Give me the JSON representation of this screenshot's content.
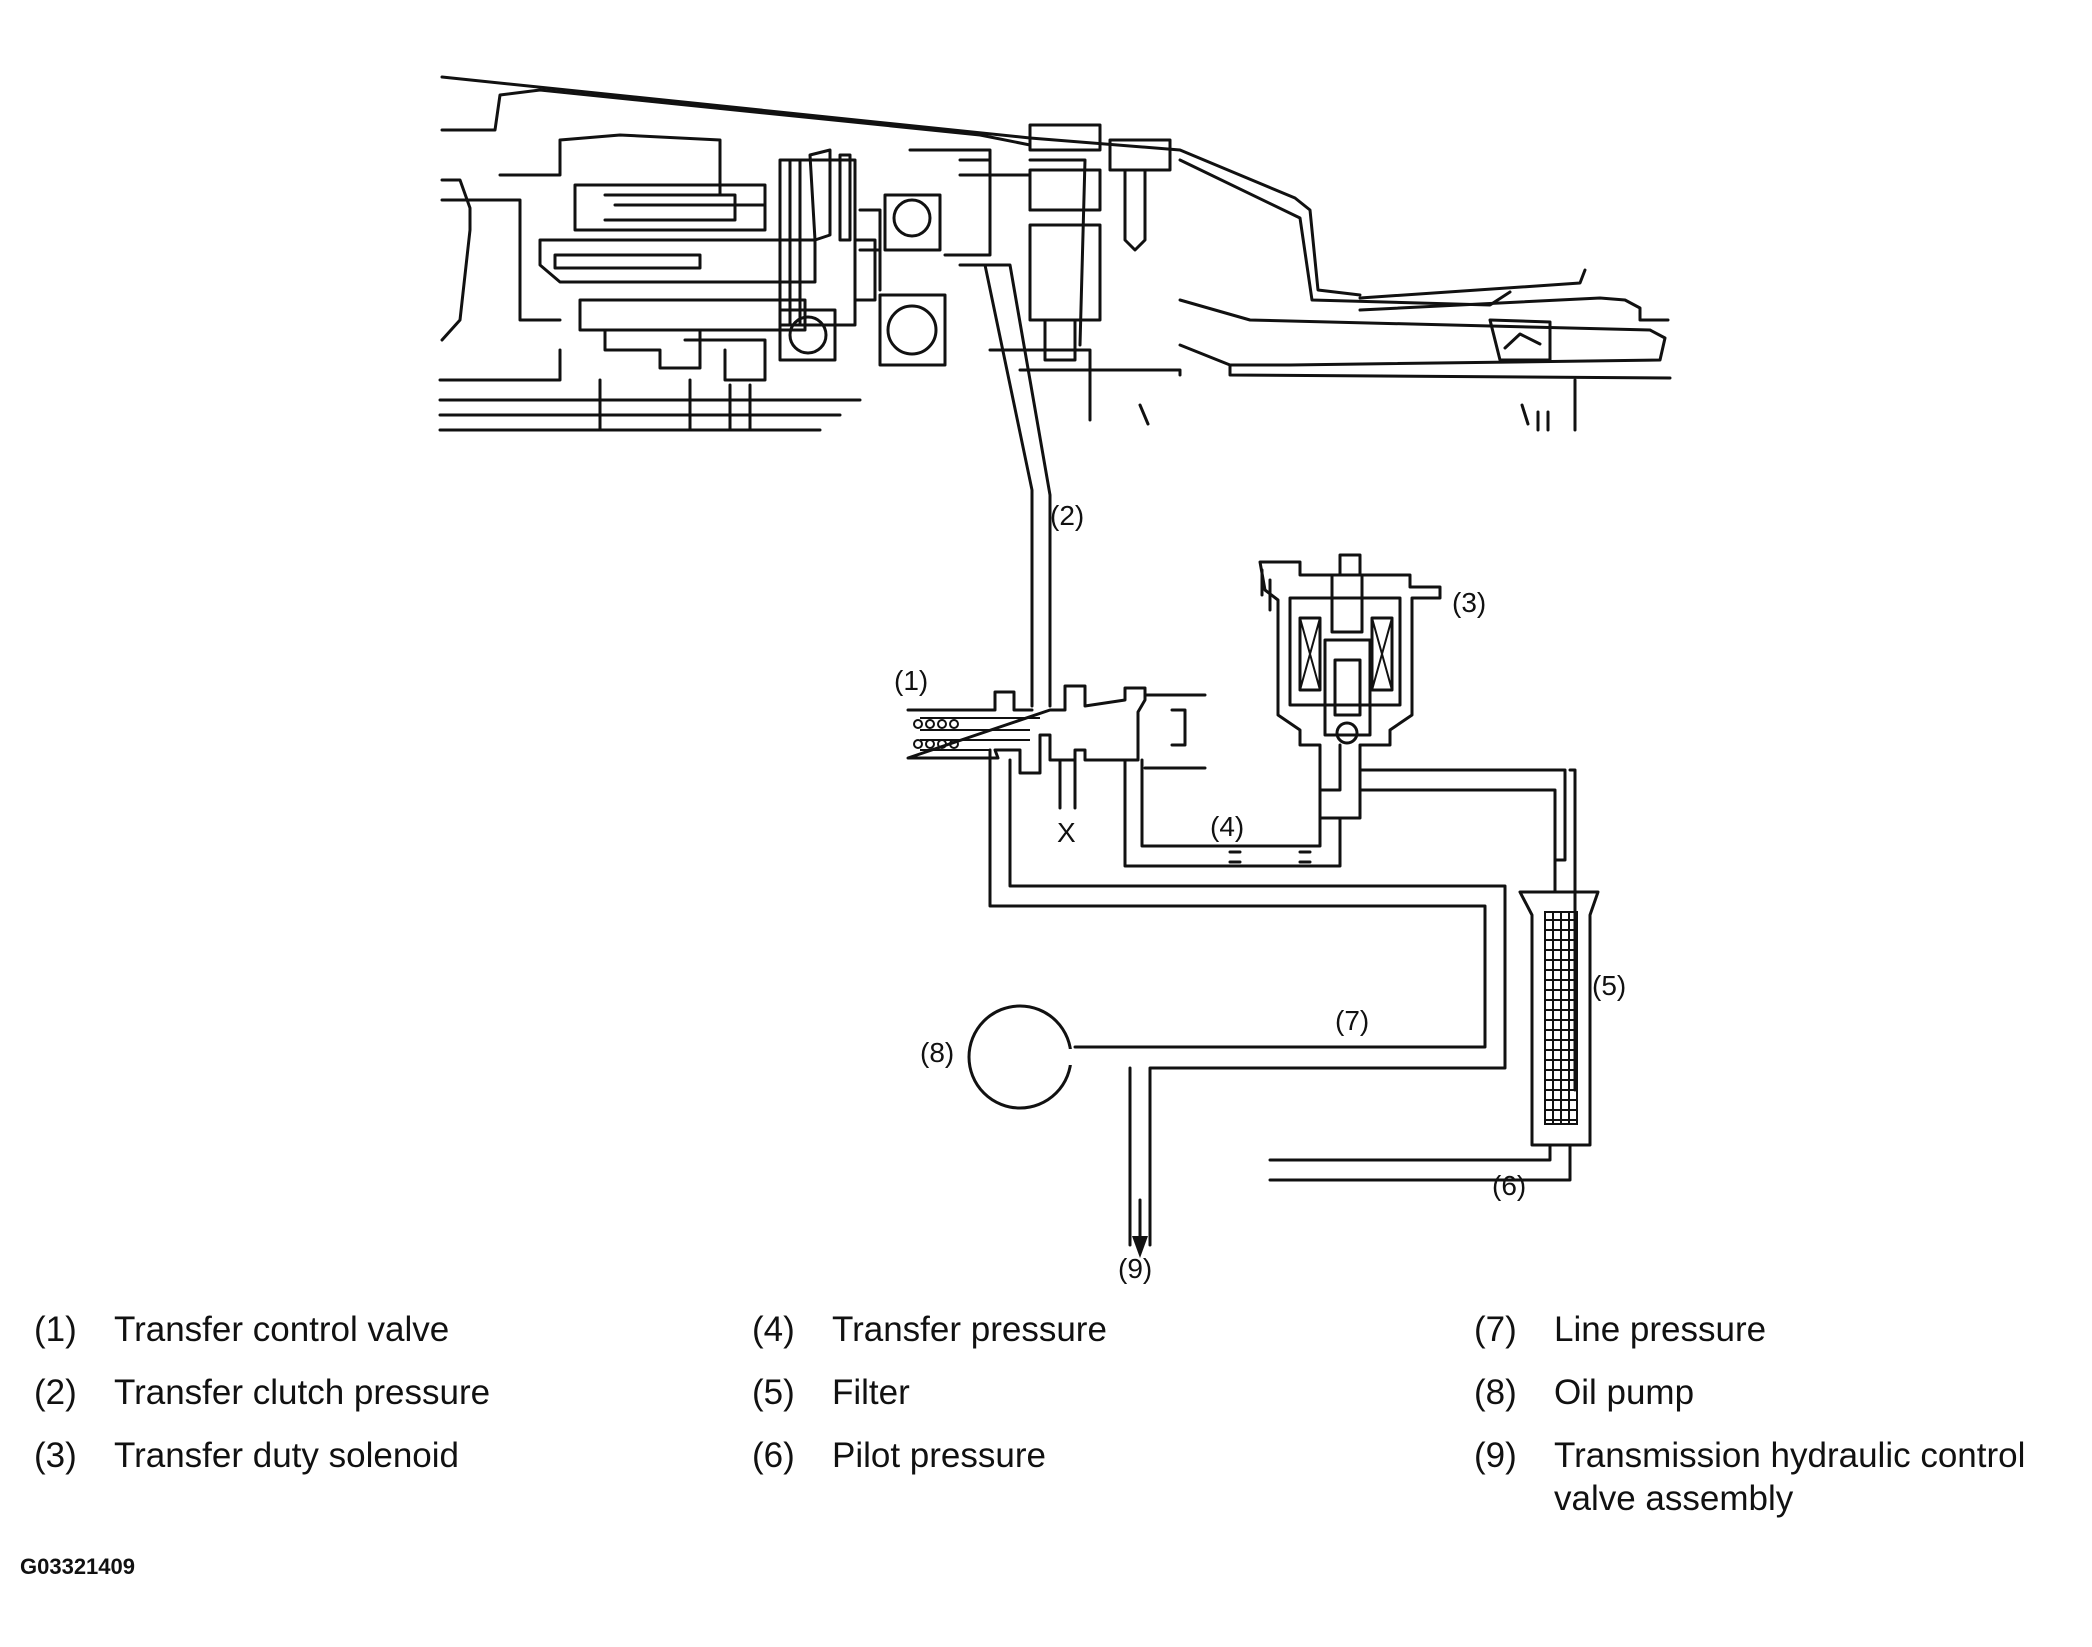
{
  "callouts": {
    "c1": "(1)",
    "c2": "(2)",
    "c3": "(3)",
    "c4": "(4)",
    "c5": "(5)",
    "c6": "(6)",
    "c7": "(7)",
    "c8": "(8)",
    "c9": "(9)",
    "drain": "X"
  },
  "legend": [
    [
      {
        "num": "(1)",
        "text": "Transfer control valve"
      },
      {
        "num": "(2)",
        "text": "Transfer clutch pressure"
      },
      {
        "num": "(3)",
        "text": "Transfer duty solenoid"
      }
    ],
    [
      {
        "num": "(4)",
        "text": "Transfer pressure"
      },
      {
        "num": "(5)",
        "text": "Filter"
      },
      {
        "num": "(6)",
        "text": "Pilot pressure"
      }
    ],
    [
      {
        "num": "(7)",
        "text": "Line pressure"
      },
      {
        "num": "(8)",
        "text": "Oil pump"
      },
      {
        "num": "(9)",
        "text": "Transmission hydraulic control valve assembly"
      }
    ]
  ],
  "figure_id": "G03321409"
}
